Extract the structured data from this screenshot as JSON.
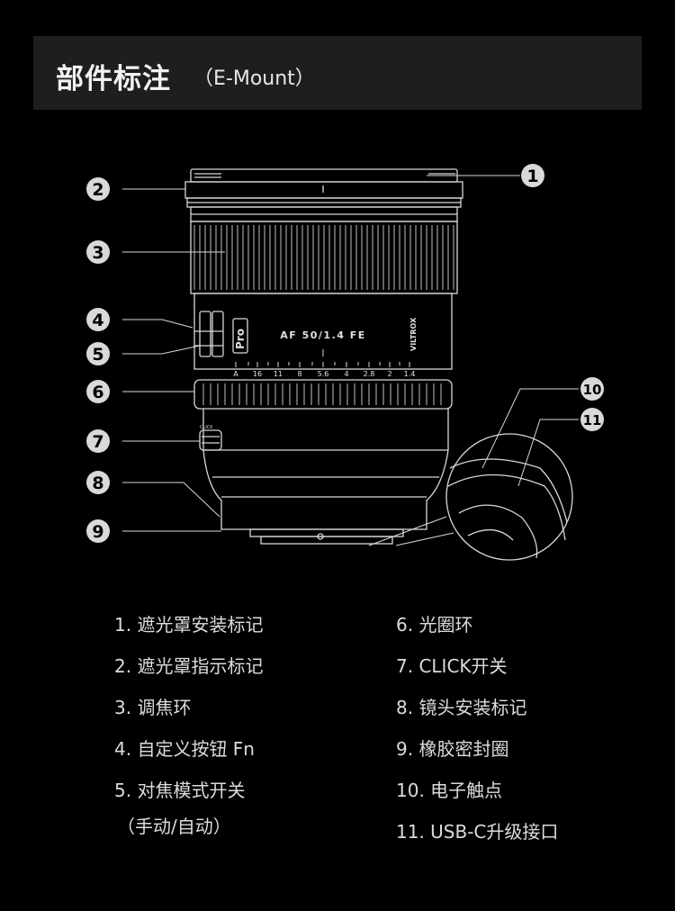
{
  "header": {
    "title": "部件标注",
    "subtitle": "（E-Mount）"
  },
  "lens": {
    "model_text": "AF 50/1.4 FE",
    "brand_text": "VILTROX",
    "pro_text": "Pro",
    "aperture_scale": [
      "A",
      "16",
      "11",
      "8",
      "5.6",
      "4",
      "2.8",
      "2",
      "1.4"
    ],
    "click_text": "CLICK"
  },
  "callouts": [
    "1",
    "2",
    "3",
    "4",
    "5",
    "6",
    "7",
    "8",
    "9",
    "10",
    "11"
  ],
  "legend": {
    "left": [
      "1. 遮光罩安装标记",
      "2. 遮光罩指示标记",
      "3. 调焦环",
      "4. 自定义按钮 Fn",
      "5. 对焦模式开关",
      "（手动/自动）"
    ],
    "right": [
      "6. 光圈环",
      "7. CLICK开关",
      "8. 镜头安装标记",
      "9. 橡胶密封圈",
      "10. 电子触点",
      "11.  USB-C升级接口"
    ]
  },
  "colors": {
    "background": "#000000",
    "header_bg": "#1e1e1e",
    "line": "#d8d8d8",
    "badge": "#d9d9d9"
  }
}
